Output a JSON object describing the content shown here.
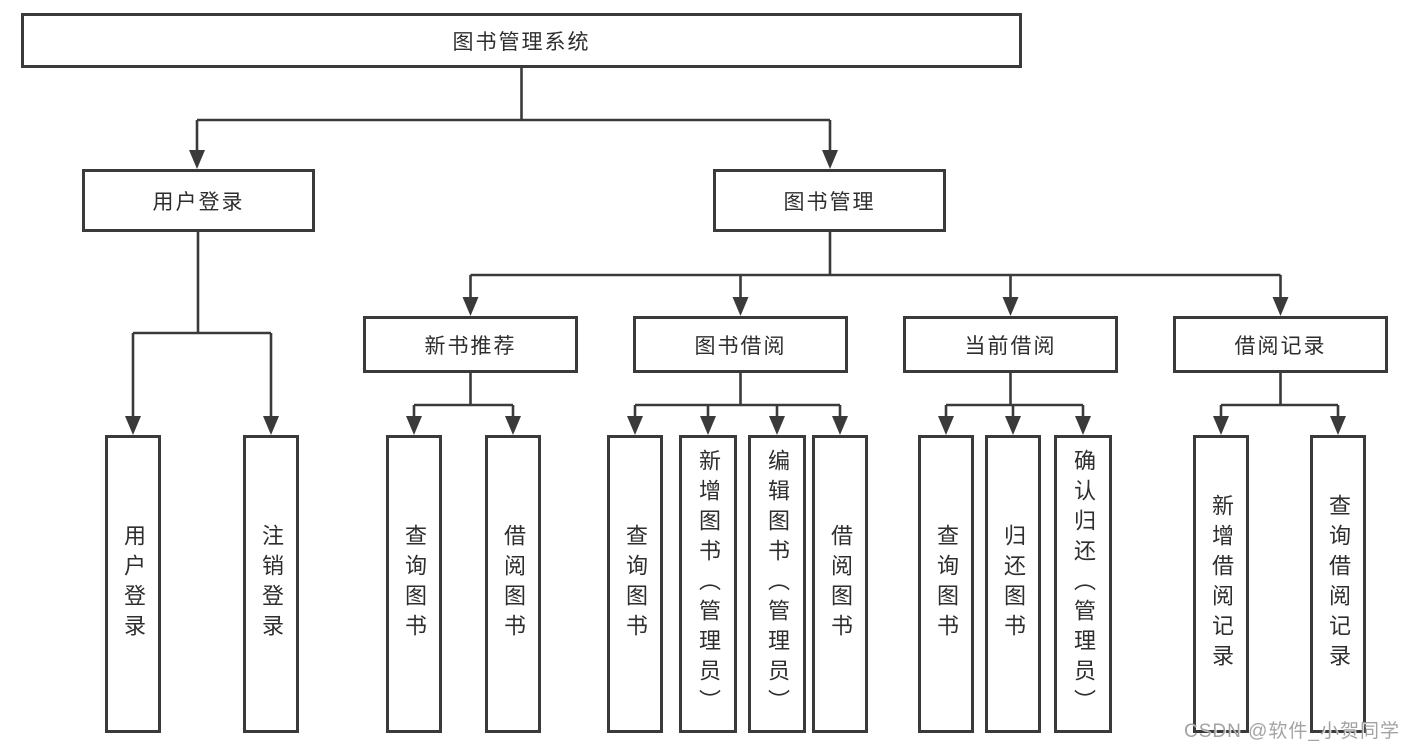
{
  "diagram_title": "图书管理系统",
  "nodes": {
    "root": "图书管理系统",
    "level2": [
      "用户登录",
      "图书管理"
    ],
    "level3": [
      "新书推荐",
      "图书借阅",
      "当前借阅",
      "借阅记录"
    ],
    "leaves": [
      "用户登录",
      "注销登录",
      "查询图书",
      "借阅图书",
      "查询图书",
      "新增图书（管理员）",
      "编辑图书（管理员）",
      "借阅图书",
      "查询图书",
      "归还图书",
      "确认归还（管理员）",
      "新增借阅记录",
      "查询借阅记录"
    ]
  },
  "hierarchy": {
    "图书管理系统": {
      "用户登录": [
        "用户登录",
        "注销登录"
      ],
      "图书管理": {
        "新书推荐": [
          "查询图书",
          "借阅图书"
        ],
        "图书借阅": [
          "查询图书",
          "新增图书（管理员）",
          "编辑图书（管理员）",
          "借阅图书"
        ],
        "当前借阅": [
          "查询图书",
          "归还图书",
          "确认归还（管理员）"
        ],
        "借阅记录": [
          "新增借阅记录",
          "查询借阅记录"
        ]
      }
    }
  },
  "watermark": "CSDN @软件_小贺同学",
  "colors": {
    "line": "#3a3a3a",
    "box_border": "#3a3a3a",
    "text": "#2e2e2e",
    "background": "#ffffff",
    "watermark_text": "#9e9ea0"
  }
}
